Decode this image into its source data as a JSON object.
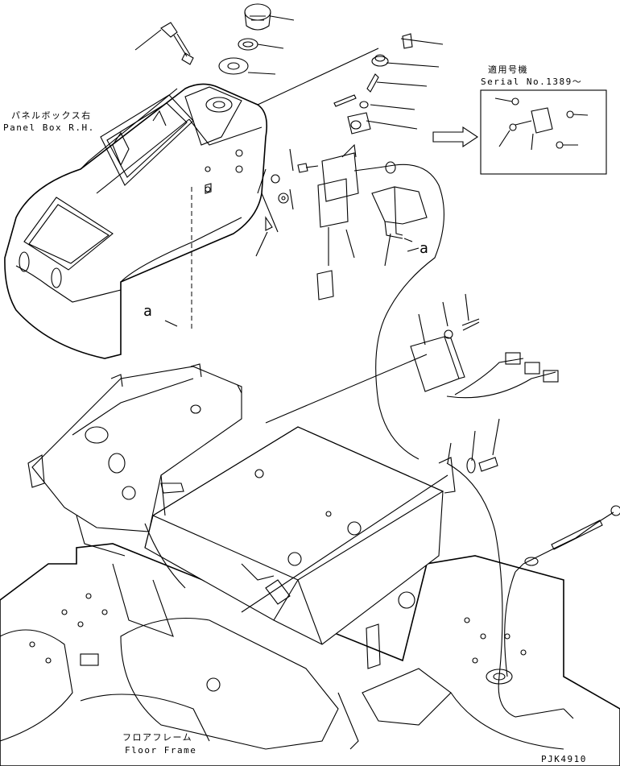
{
  "labels": {
    "panel_box_jp": "パネルボックス右",
    "panel_box_en": "Panel Box R.H.",
    "serial_jp": "適用号機",
    "serial_en": "Serial No.1389～",
    "floor_frame_jp": "フロアフレーム",
    "floor_frame_en": "Floor Frame",
    "ref_a1": "a",
    "ref_a2": "a",
    "drawing_code": "PJK4910"
  }
}
